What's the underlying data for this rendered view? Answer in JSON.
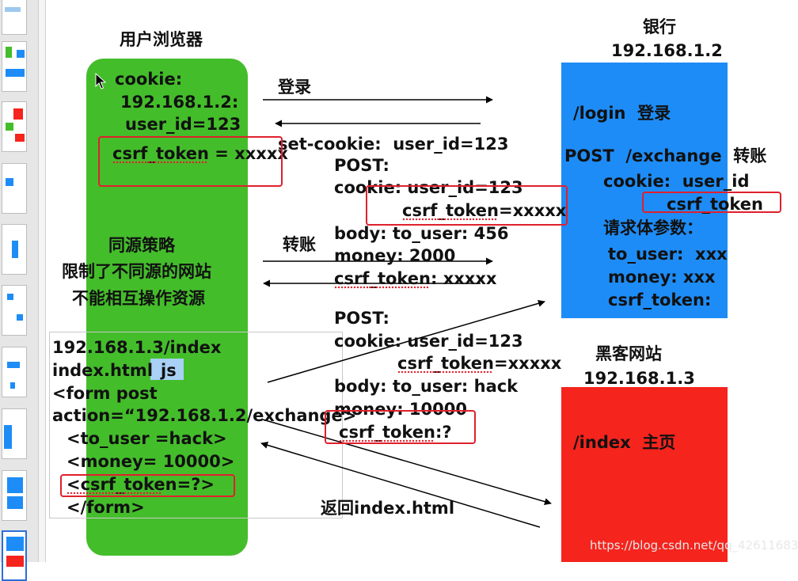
{
  "browser": {
    "title": "用户浏览器",
    "cookie_label": "cookie:",
    "cookie_domain": "192.168.1.2:",
    "cookie_user": "user_id=123",
    "cookie_token": "csrf_token = xxxxx",
    "policy_line1": "同源策略",
    "policy_line2": "限制了不同源的网站",
    "policy_line3": "不能相互操作资源"
  },
  "hacker_page": {
    "url": "192.168.1.3/index",
    "file": "index.html",
    "js_tag": "js",
    "form_open": "<form post",
    "form_action": "action=“192.168.1.2/exchange>",
    "field_user": "<to_user =hack>",
    "field_money": "<money= 10000>",
    "field_token": "<csrf_token=?>",
    "form_close": "</form>"
  },
  "bank": {
    "title": "银行",
    "ip": "192.168.1.2",
    "login_route": "/login  登录",
    "exchange_route": "POST  /exchange  转账",
    "exchange_cookie": "cookie:  user_id",
    "exchange_token": "csrf_token",
    "body_params": "请求体参数：",
    "param_user": "to_user:  xxx",
    "param_money": "money: xxx",
    "param_token": "csrf_token:"
  },
  "hacker_site": {
    "title": "黑客网站",
    "ip": "192.168.1.3",
    "index_route": "/index  主页"
  },
  "flows": {
    "login_label": "登录",
    "set_cookie": "set-cookie:  user_id=123",
    "transfer_label": "转账",
    "legit_post": "POST:",
    "legit_cookie": "cookie: user_id=123",
    "legit_token": "csrf_token=xxxxx",
    "legit_body": "body: to_user: 456",
    "legit_money": "money: 2000",
    "legit_csrf": "csrf_token: xxxxx",
    "forged_post": "POST:",
    "forged_cookie": "cookie: user_id=123",
    "forged_token": "csrf_token=xxxxx",
    "forged_body": "body: to_user: hack",
    "forged_money": "money: 10000",
    "forged_csrf": "csrf_token:?",
    "return_label": "返回index.html"
  },
  "watermark": "https://blog.csdn.net/qq_42611683",
  "colors": {
    "browser": "#44bd2b",
    "bank": "#1e8cf6",
    "hacker": "#f5241d",
    "highlight": "#e0202d",
    "js_tag": "#a9d0f5"
  }
}
